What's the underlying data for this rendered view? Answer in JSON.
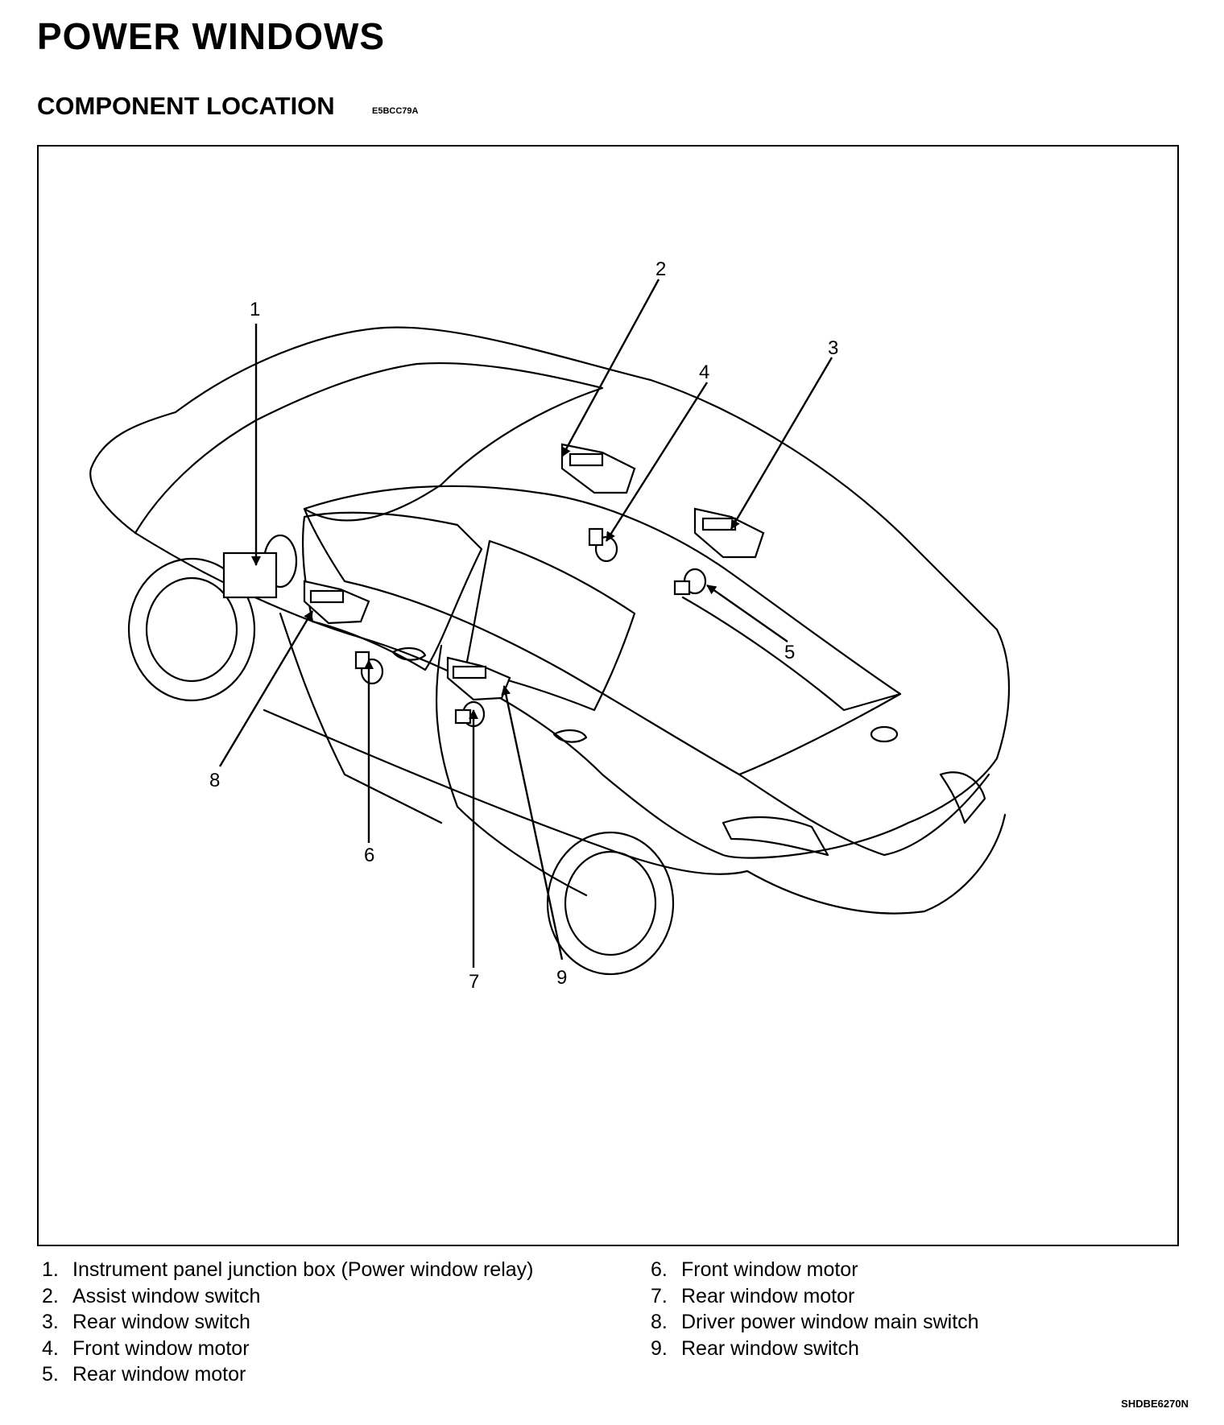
{
  "header": {
    "title": "POWER WINDOWS",
    "subtitle": "COMPONENT LOCATION",
    "section_code": "E5BCC79A"
  },
  "diagram": {
    "callouts": [
      "1",
      "2",
      "3",
      "4",
      "5",
      "6",
      "7",
      "8",
      "9"
    ]
  },
  "legend": {
    "left": [
      {
        "num": "1.",
        "text": "Instrument panel junction box (Power window relay)"
      },
      {
        "num": "2.",
        "text": "Assist window switch"
      },
      {
        "num": "3.",
        "text": "Rear window switch"
      },
      {
        "num": "4.",
        "text": "Front window motor"
      },
      {
        "num": "5.",
        "text": "Rear window motor"
      }
    ],
    "right": [
      {
        "num": "6.",
        "text": "Front window motor"
      },
      {
        "num": "7.",
        "text": "Rear window motor"
      },
      {
        "num": "8.",
        "text": "Driver power window main switch"
      },
      {
        "num": "9.",
        "text": "Rear window switch"
      }
    ]
  },
  "footer": {
    "figure_id": "SHDBE6270N"
  }
}
